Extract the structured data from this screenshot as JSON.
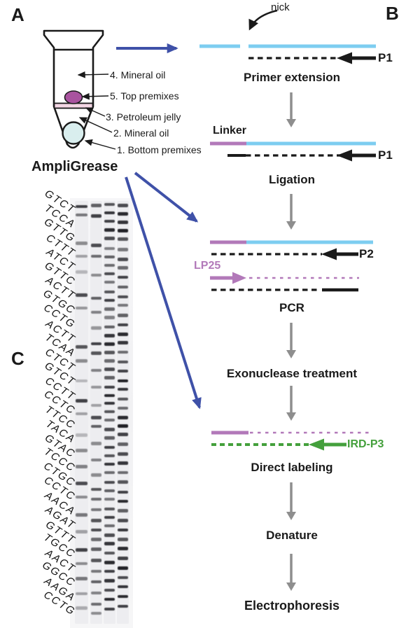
{
  "panels": {
    "a": "A",
    "b": "B",
    "c": "C"
  },
  "panel_a": {
    "tube_labels": [
      "4. Mineral oil",
      "5. Top premixes",
      "3. Petroleum jelly",
      "2. Mineral oil",
      "1. Bottom premixes"
    ],
    "caption": "AmpliGrease"
  },
  "panel_b": {
    "nick_label": "nick",
    "linker_label": "Linker",
    "primer_labels": {
      "p1_step1": "P1",
      "p1_step2": "P1",
      "p2": "P2",
      "lp25": "LP25",
      "ird_p3": "IRD-P3"
    },
    "steps": [
      "Primer extension",
      "Ligation",
      "PCR",
      "Exonuclease treatment",
      "Direct labeling",
      "Denature",
      "Electrophoresis"
    ]
  },
  "panel_c": {
    "sequences": [
      "GTCT",
      "TCCA",
      "GTTG",
      "CTTT",
      "ATCT",
      "GTTC",
      "ACTT",
      "GTGC",
      "CCTG",
      "ACTT",
      "TCAA",
      "CTCT",
      "GTCT",
      "CCTT",
      "CCTC",
      "TTCC",
      "TACA",
      "GTAC",
      "TCCC",
      "CTGC",
      "CCTC",
      "AACA",
      "AGAT",
      "GTTT",
      "TGCC",
      "AACT",
      "GGCC",
      "AAGA",
      "CCTG"
    ]
  },
  "colors": {
    "strand_cyan": "#7dcdf0",
    "strand_purple": "#b279b9",
    "primer_green": "#44a03c",
    "flow_arrow_blue": "#3f51a8",
    "flow_arrow_gray": "#8e8e8e",
    "top_premix_purple": "#a9539f",
    "petroleum_jelly_pink": "#f3d6e4",
    "bottom_premix_cyan": "#d9eeee",
    "band_black": "#17171c"
  },
  "gel": {
    "lanes": [
      {
        "bands": [
          [
            0.013,
            0.8
          ],
          [
            0.033,
            0.55
          ],
          [
            0.1,
            0.45
          ],
          [
            0.13,
            0.35
          ],
          [
            0.168,
            0.25
          ],
          [
            0.222,
            0.75
          ],
          [
            0.253,
            0.4
          ],
          [
            0.345,
            0.7
          ],
          [
            0.378,
            0.45
          ],
          [
            0.425,
            0.25
          ],
          [
            0.472,
            0.8
          ],
          [
            0.503,
            0.35
          ],
          [
            0.553,
            0.25
          ],
          [
            0.59,
            0.45
          ],
          [
            0.628,
            0.5
          ],
          [
            0.668,
            0.75
          ],
          [
            0.7,
            0.45
          ],
          [
            0.742,
            0.55
          ],
          [
            0.782,
            0.35
          ],
          [
            0.825,
            0.8
          ],
          [
            0.857,
            0.45
          ],
          [
            0.893,
            0.55
          ],
          [
            0.928,
            0.35
          ],
          [
            0.962,
            0.3
          ]
        ]
      },
      {
        "bands": [
          [
            0.01,
            0.65
          ],
          [
            0.035,
            0.8
          ],
          [
            0.105,
            0.75
          ],
          [
            0.13,
            0.6
          ],
          [
            0.175,
            0.45
          ],
          [
            0.23,
            0.65
          ],
          [
            0.263,
            0.5
          ],
          [
            0.3,
            0.4
          ],
          [
            0.337,
            0.8
          ],
          [
            0.36,
            0.7
          ],
          [
            0.4,
            0.5
          ],
          [
            0.44,
            0.4
          ],
          [
            0.483,
            0.35
          ],
          [
            0.512,
            0.75
          ],
          [
            0.533,
            0.65
          ],
          [
            0.573,
            0.45
          ],
          [
            0.612,
            0.5
          ],
          [
            0.648,
            0.45
          ],
          [
            0.682,
            0.7
          ],
          [
            0.705,
            0.6
          ],
          [
            0.73,
            0.55
          ],
          [
            0.755,
            0.7
          ],
          [
            0.778,
            0.75
          ],
          [
            0.8,
            0.6
          ],
          [
            0.823,
            0.65
          ],
          [
            0.85,
            0.7
          ],
          [
            0.875,
            0.55
          ],
          [
            0.9,
            0.65
          ],
          [
            0.927,
            0.5
          ],
          [
            0.953,
            0.6
          ],
          [
            0.975,
            0.45
          ]
        ]
      },
      {
        "bands": [
          [
            0.008,
            0.7
          ],
          [
            0.028,
            0.85
          ],
          [
            0.048,
            0.8
          ],
          [
            0.068,
            0.9
          ],
          [
            0.088,
            0.75
          ],
          [
            0.112,
            0.5
          ],
          [
            0.132,
            0.65
          ],
          [
            0.152,
            0.6
          ],
          [
            0.172,
            0.75
          ],
          [
            0.192,
            0.55
          ],
          [
            0.215,
            0.7
          ],
          [
            0.235,
            0.8
          ],
          [
            0.255,
            0.6
          ],
          [
            0.275,
            0.5
          ],
          [
            0.298,
            0.65
          ],
          [
            0.318,
            0.85
          ],
          [
            0.338,
            0.9
          ],
          [
            0.358,
            0.7
          ],
          [
            0.378,
            0.6
          ],
          [
            0.398,
            0.75
          ],
          [
            0.418,
            0.65
          ],
          [
            0.44,
            0.8
          ],
          [
            0.46,
            0.9
          ],
          [
            0.478,
            0.85
          ],
          [
            0.498,
            0.7
          ],
          [
            0.518,
            0.6
          ],
          [
            0.54,
            0.75
          ],
          [
            0.56,
            0.65
          ],
          [
            0.582,
            0.8
          ],
          [
            0.602,
            0.7
          ],
          [
            0.622,
            0.85
          ],
          [
            0.642,
            0.6
          ],
          [
            0.665,
            0.75
          ],
          [
            0.685,
            0.65
          ],
          [
            0.705,
            0.55
          ],
          [
            0.728,
            0.7
          ],
          [
            0.748,
            0.8
          ],
          [
            0.768,
            0.6
          ],
          [
            0.79,
            0.75
          ],
          [
            0.81,
            0.85
          ],
          [
            0.832,
            0.7
          ],
          [
            0.855,
            0.9
          ],
          [
            0.875,
            0.8
          ],
          [
            0.898,
            0.85
          ],
          [
            0.92,
            0.75
          ],
          [
            0.942,
            0.9
          ],
          [
            0.965,
            0.8
          ]
        ]
      },
      {
        "bands": [
          [
            0.01,
            0.75
          ],
          [
            0.03,
            0.9
          ],
          [
            0.05,
            0.85
          ],
          [
            0.07,
            0.95
          ],
          [
            0.09,
            0.7
          ],
          [
            0.115,
            0.55
          ],
          [
            0.138,
            0.75
          ],
          [
            0.158,
            0.6
          ],
          [
            0.18,
            0.8
          ],
          [
            0.203,
            0.65
          ],
          [
            0.226,
            0.75
          ],
          [
            0.246,
            0.55
          ],
          [
            0.27,
            0.65
          ],
          [
            0.293,
            0.8
          ],
          [
            0.315,
            0.9
          ],
          [
            0.335,
            0.85
          ],
          [
            0.357,
            0.6
          ],
          [
            0.38,
            0.7
          ],
          [
            0.402,
            0.8
          ],
          [
            0.425,
            0.95
          ],
          [
            0.445,
            0.85
          ],
          [
            0.468,
            0.7
          ],
          [
            0.49,
            0.6
          ],
          [
            0.512,
            0.9
          ],
          [
            0.532,
            0.95
          ],
          [
            0.552,
            0.8
          ],
          [
            0.575,
            0.65
          ],
          [
            0.598,
            0.75
          ],
          [
            0.62,
            0.85
          ],
          [
            0.642,
            0.6
          ],
          [
            0.664,
            0.7
          ],
          [
            0.688,
            0.8
          ],
          [
            0.71,
            0.9
          ],
          [
            0.732,
            0.65
          ],
          [
            0.755,
            0.75
          ],
          [
            0.778,
            0.85
          ],
          [
            0.8,
            0.7
          ],
          [
            0.822,
            0.9
          ],
          [
            0.845,
            0.8
          ],
          [
            0.868,
            0.95
          ],
          [
            0.89,
            0.75
          ],
          [
            0.912,
            0.85
          ],
          [
            0.935,
            0.9
          ],
          [
            0.958,
            0.8
          ]
        ]
      }
    ]
  }
}
